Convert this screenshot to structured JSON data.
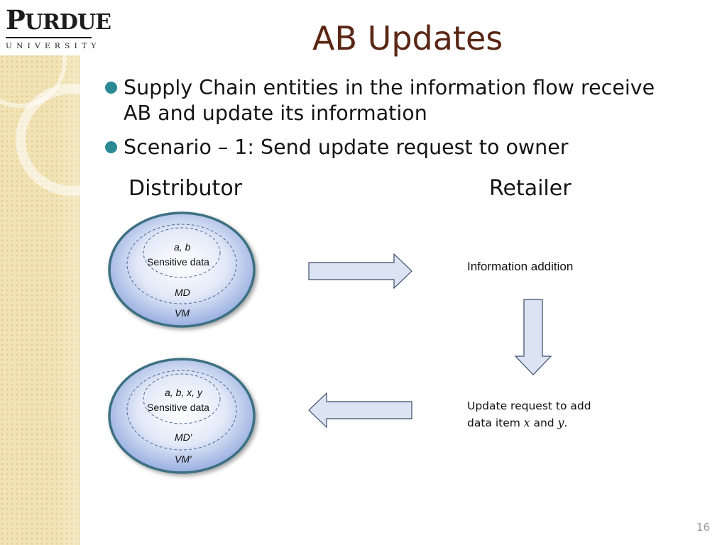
{
  "logo": {
    "word_first": "P",
    "word_rest": "URDUE",
    "university": "UNIVERSITY"
  },
  "slide": {
    "title": "AB Updates",
    "page_number": "16",
    "bullets": [
      "Supply Chain entities in the information flow receive AB and update its information",
      "Scenario – 1: Send update request to owner"
    ],
    "columns": {
      "left": "Distributor",
      "right": "Retailer"
    }
  },
  "diagram": {
    "top_ellipse": {
      "items": "a, b",
      "inner_label": "Sensitive data",
      "md": "MD",
      "vm": "VM"
    },
    "bottom_ellipse": {
      "items": "a, b, x, y",
      "inner_label": "Sensitive data",
      "md": "MD′",
      "vm": "VM′"
    },
    "info_addition": "Information addition",
    "update_request_line1": "Update request to add",
    "update_request_line2_a": "data item ",
    "update_request_x": "x",
    "update_request_and": " and ",
    "update_request_y": "y",
    "update_request_end": ".",
    "colors": {
      "ellipse_edge": "#3c6f82",
      "ellipse_fill_center": "#ffffff",
      "ellipse_fill_edge": "#97aee0",
      "arrow_fill": "#dce3f2",
      "arrow_stroke": "#3b4b6b"
    }
  }
}
